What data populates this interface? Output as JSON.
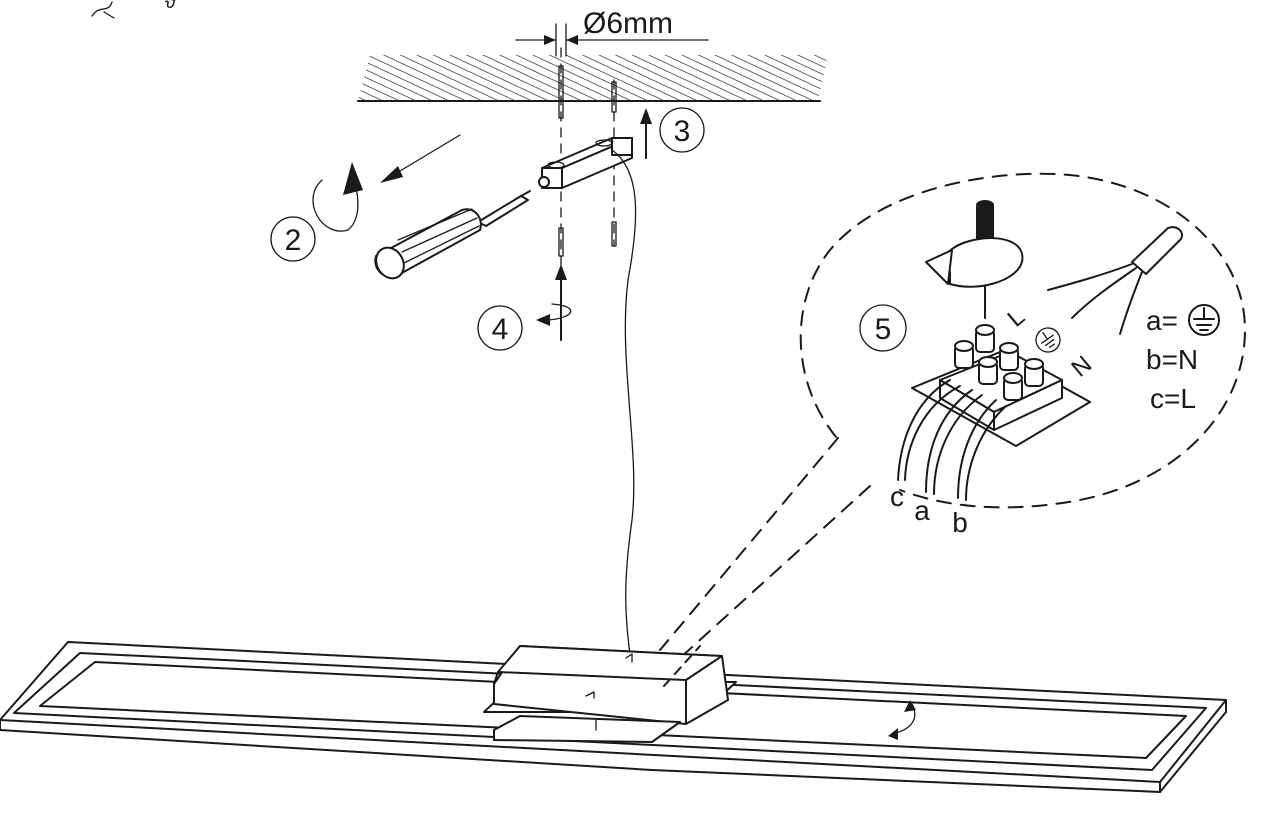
{
  "dimension": {
    "label": "Ø6mm"
  },
  "steps": [
    {
      "id": "2",
      "label": "2"
    },
    {
      "id": "3",
      "label": "3"
    },
    {
      "id": "4",
      "label": "4"
    },
    {
      "id": "5",
      "label": "5"
    }
  ],
  "wires": {
    "c": "c",
    "a": "a",
    "b": "b"
  },
  "legend": {
    "a_prefix": "a=",
    "a_symbol": "earth-ground-symbol",
    "b_text": "b=N",
    "c_text": "c=L"
  },
  "terminal_marks": {
    "L": "L",
    "N": "N"
  },
  "corner_glyph": "ϑ"
}
